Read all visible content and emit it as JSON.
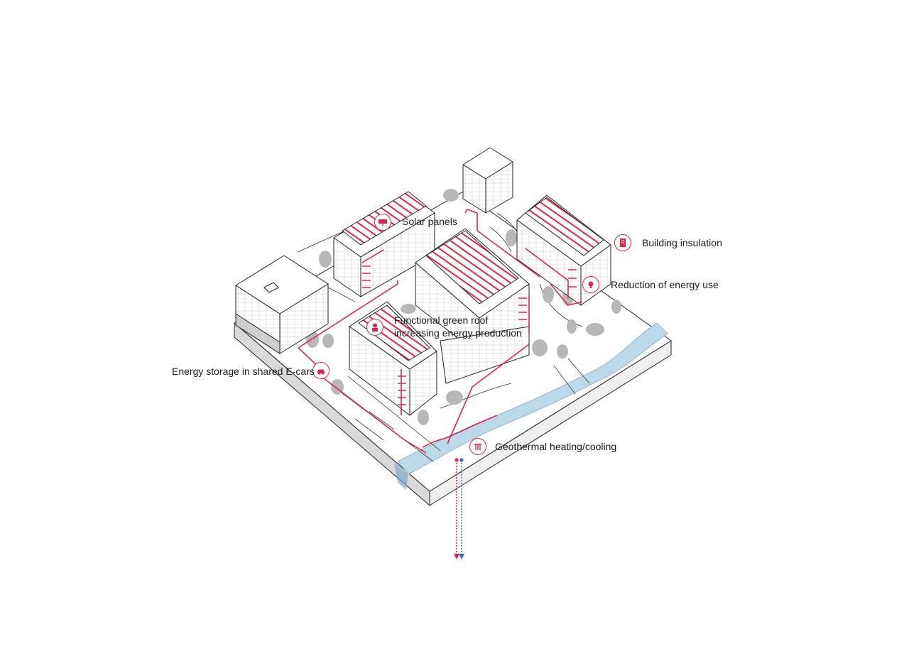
{
  "colors": {
    "accent": "#e0234a",
    "water": "#bcd9ea",
    "line": "#222222",
    "tree": "#b7b7b7",
    "ground_side": "#d9d9d9",
    "cold_pipe": "#3b64c8"
  },
  "labels": {
    "solar_panels": "Solar panels",
    "building_insulation": "Building insulation",
    "reduction_energy_use": "Reduction of energy use",
    "green_roof_line1": "Functional green roof",
    "green_roof_line2": "increasing energy production",
    "energy_storage": "Energy storage in shared E-cars",
    "geothermal": "Geothermal heating/cooling"
  },
  "icons": {
    "solar_panels": "solar-panel-icon",
    "building_insulation": "building-icon",
    "reduction_energy_use": "lightbulb-icon",
    "green_roof": "green-roof-icon",
    "energy_storage": "electric-car-icon",
    "geothermal": "geothermal-icon"
  }
}
